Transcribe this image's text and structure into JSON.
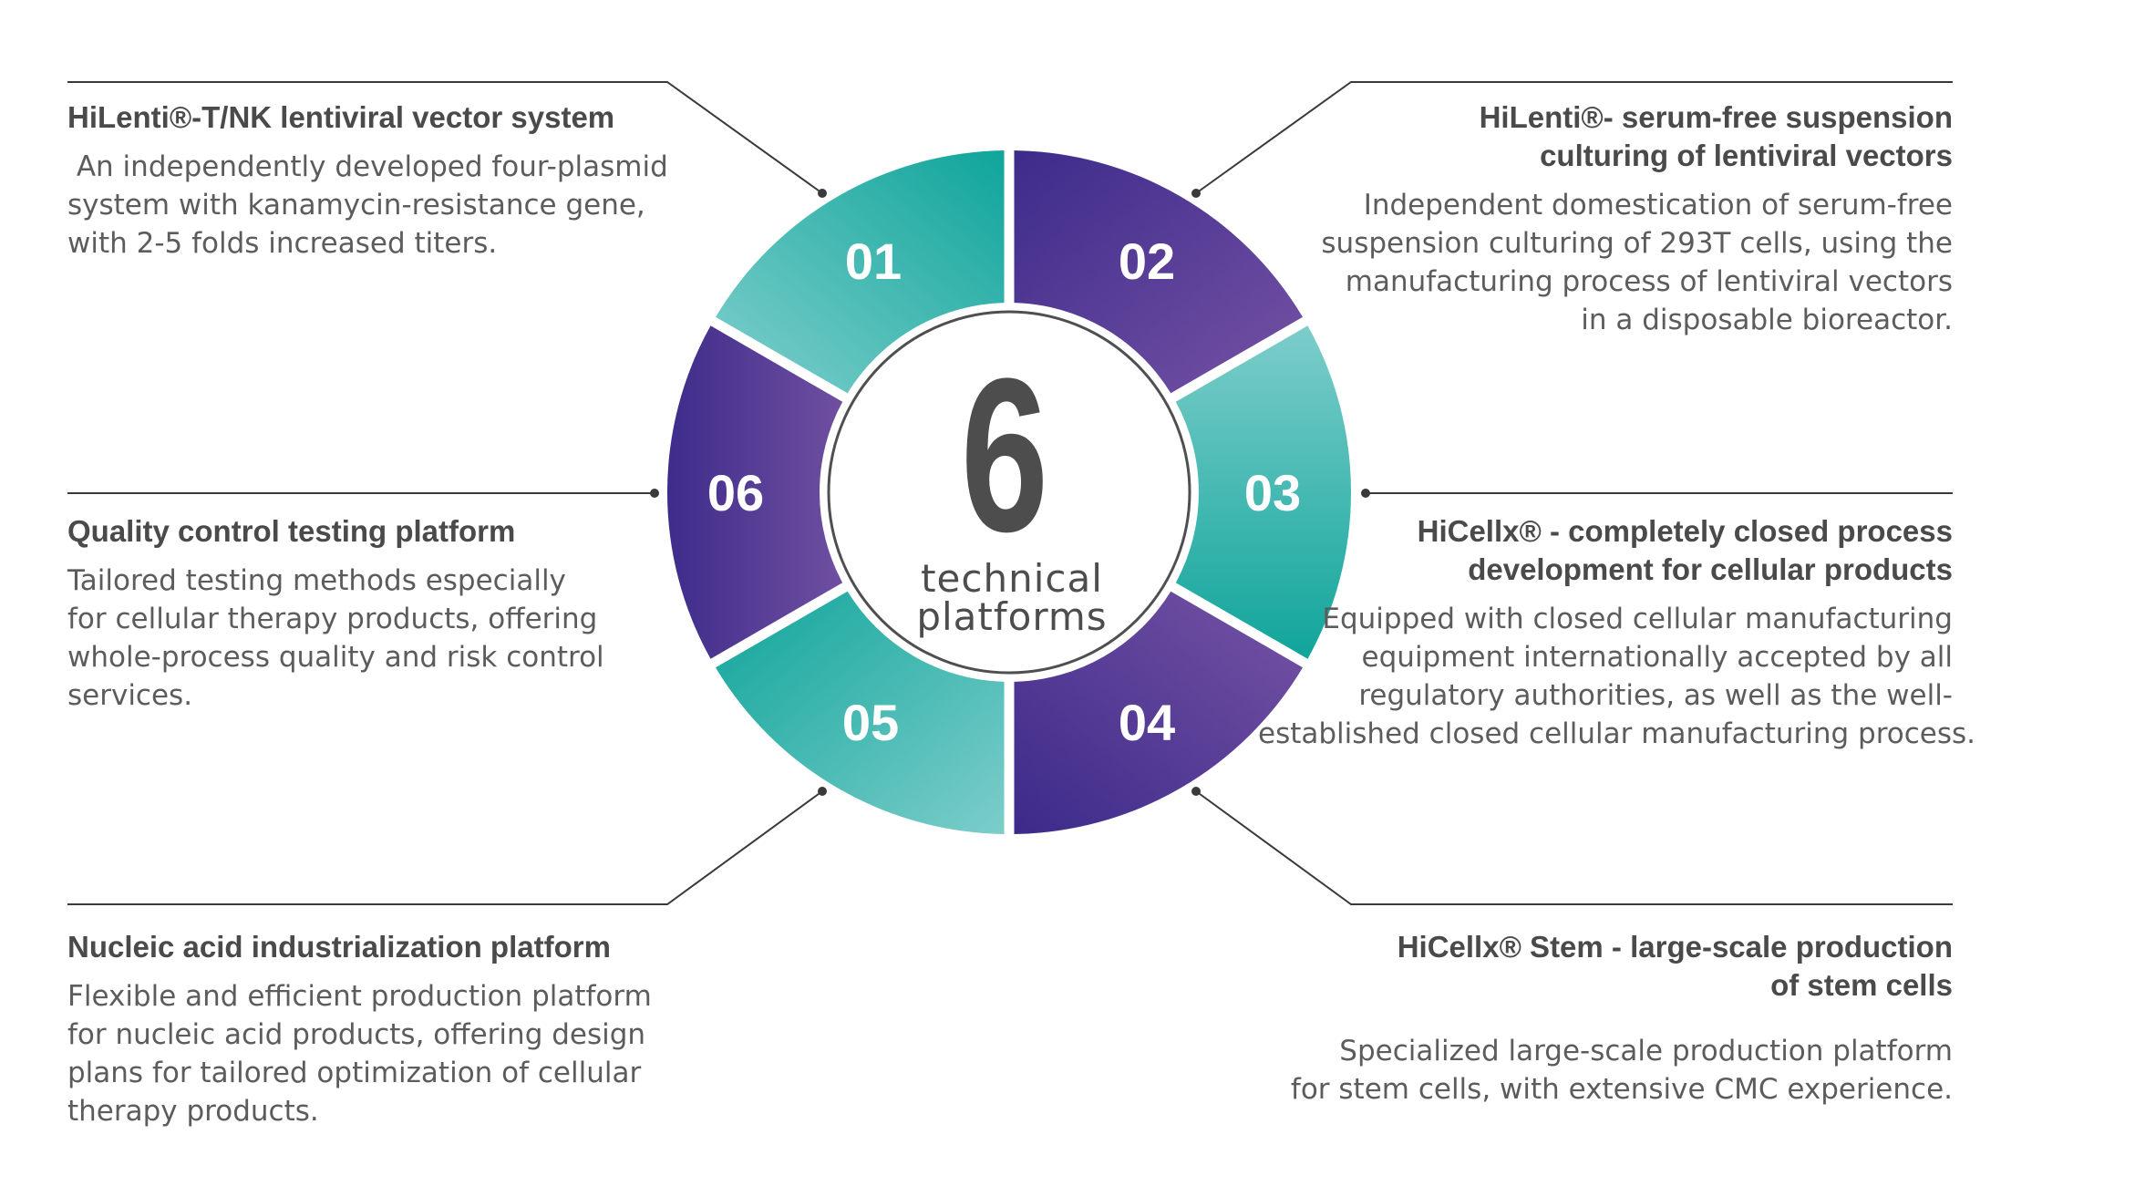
{
  "center": {
    "number": "6",
    "caption_line1": "technical",
    "caption_line2": "platforms"
  },
  "colors": {
    "teal_dark": "#12a59c",
    "teal_light": "#7cccc9",
    "purple_dark": "#3e2c8c",
    "purple_light": "#7453a3",
    "text_dark": "#4a4a4a",
    "leader_line": "#3a3a3a"
  },
  "segments": [
    {
      "label": "01",
      "color": "teal"
    },
    {
      "label": "02",
      "color": "purple"
    },
    {
      "label": "03",
      "color": "teal"
    },
    {
      "label": "04",
      "color": "purple"
    },
    {
      "label": "05",
      "color": "teal"
    },
    {
      "label": "06",
      "color": "purple"
    }
  ],
  "platforms": {
    "p01": {
      "title": [
        "HiLenti®-T/NK lentiviral vector system"
      ],
      "desc": [
        " An independently developed four-plasmid",
        "system with kanamycin-resistance gene,",
        "with 2-5 folds increased titers."
      ]
    },
    "p02": {
      "title": [
        "HiLenti®- serum-free suspension",
        "culturing of lentiviral vectors"
      ],
      "desc": [
        "Independent domestication of serum-free",
        "suspension culturing of 293T cells, using the",
        "manufacturing process of lentiviral vectors",
        "in a disposable bioreactor."
      ]
    },
    "p03": {
      "title": [
        "HiCellx® - completely closed process",
        "development for cellular products"
      ],
      "desc": [
        "Equipped with closed cellular manufacturing",
        "equipment internationally accepted by all",
        "regulatory authorities, as well as the well-",
        "established closed cellular manufacturing process."
      ]
    },
    "p04": {
      "title": [
        "HiCellx® Stem - large-scale production",
        "of stem cells"
      ],
      "desc": [
        "Specialized large-scale production platform",
        "for stem cells, with extensive CMC experience."
      ]
    },
    "p05": {
      "title": [
        "Nucleic acid industrialization platform"
      ],
      "desc": [
        "Flexible and efficient production platform",
        "for nucleic acid products, offering design",
        "plans for tailored optimization of cellular",
        "therapy products."
      ]
    },
    "p06": {
      "title": [
        "Quality control testing platform"
      ],
      "desc": [
        "Tailored testing methods especially",
        "for cellular therapy products, offering",
        "whole-process quality and risk control",
        "services."
      ]
    }
  }
}
